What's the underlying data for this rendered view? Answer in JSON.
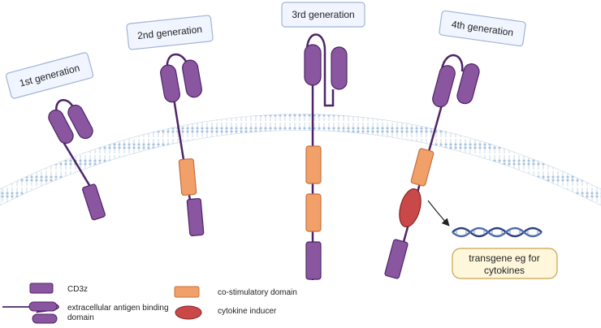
{
  "generations": [
    {
      "id": "1st",
      "label": "1st generation"
    },
    {
      "id": "2nd",
      "label": "2nd generation"
    },
    {
      "id": "3rd",
      "label": "3rd generation"
    },
    {
      "id": "4th",
      "label": "4th generation"
    }
  ],
  "transgene": {
    "label_line1": "transgene eg for",
    "label_line2": "cytokines"
  },
  "legend": {
    "cd3z": "CD3z",
    "antigen_line1": "extracellular antigen binding",
    "antigen_line2": "domain",
    "costim": "co-stimulatory domain",
    "cytokine": "cytokine inducer"
  },
  "colors": {
    "purple": "#8b56a0",
    "purple_stroke": "#4d2466",
    "orange": "#f0a068",
    "orange_stroke": "#c8703c",
    "red": "#c94848",
    "red_stroke": "#8a2424",
    "membrane": "#a9c3dd",
    "label_box_fill": "#f1f5ff",
    "label_box_stroke": "#9fb3d6",
    "transgene_fill": "#fff7dc",
    "transgene_stroke": "#c8a24a",
    "dna_dark": "#2a3f7a",
    "dna_light": "#4d6ab0"
  }
}
